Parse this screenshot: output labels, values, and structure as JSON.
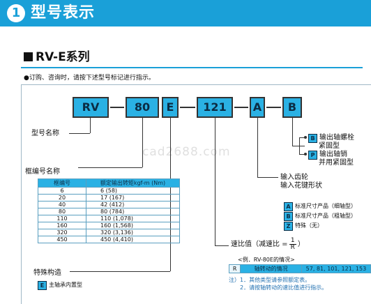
{
  "banner": {
    "number": "1",
    "title": "型号表示"
  },
  "series_title": "RV-E系列",
  "note": "●订购、咨询时，请按下述型号标记进行指示。",
  "code_boxes": [
    "RV",
    "80",
    "E",
    "121",
    "A",
    "B"
  ],
  "labels": {
    "model_name": "型号名称",
    "frame_name": "框编号名称",
    "special_structure": "特殊构造",
    "input_gear_line1": "输入齿轮",
    "input_gear_line2": "输入花键形状",
    "ratio_prefix": "速比值（减速比 =",
    "ratio_num": "1",
    "ratio_den": "R",
    "ratio_suffix": "）"
  },
  "output_options": [
    {
      "code": "B",
      "line1": "输出轴螺栓",
      "line2": "紧固型"
    },
    {
      "code": "P",
      "line1": "输出轴销",
      "line2": "并用紧固型"
    }
  ],
  "input_options": [
    {
      "code": "A",
      "text": "标准尺寸产品（细轴型）"
    },
    {
      "code": "B",
      "text": "标准尺寸产品（粗轴型）"
    },
    {
      "code": "Z",
      "text": "特殊（无）"
    }
  ],
  "special_option": {
    "code": "E",
    "text": "主轴承内置型"
  },
  "frame_table": {
    "headers": [
      "框编号",
      "额定输出转矩kgf-m (Nm)"
    ],
    "rows": [
      [
        "6",
        "6    (58)"
      ],
      [
        "20",
        "17  (167)"
      ],
      [
        "40",
        "42  (412)"
      ],
      [
        "80",
        "80  (784)"
      ],
      [
        "110",
        "110 (1,078)"
      ],
      [
        "160",
        "160 (1,568)"
      ],
      [
        "320",
        "320 (3,136)"
      ],
      [
        "450",
        "450 (4,410)"
      ]
    ]
  },
  "ratio_example": {
    "caption": "<例．RV-80E的情况>",
    "code": "R",
    "header": "轴转动的情况",
    "values": "57, 81, 101, 121, 153"
  },
  "footnotes": [
    "注）1．其他类型请参照额定表。",
    "　　2．请按轴转动的速比值进行指示。"
  ],
  "watermark": "cad2688.com",
  "colors": {
    "accent": "#1aa0d8",
    "box_fill": "#2ab1e4"
  }
}
